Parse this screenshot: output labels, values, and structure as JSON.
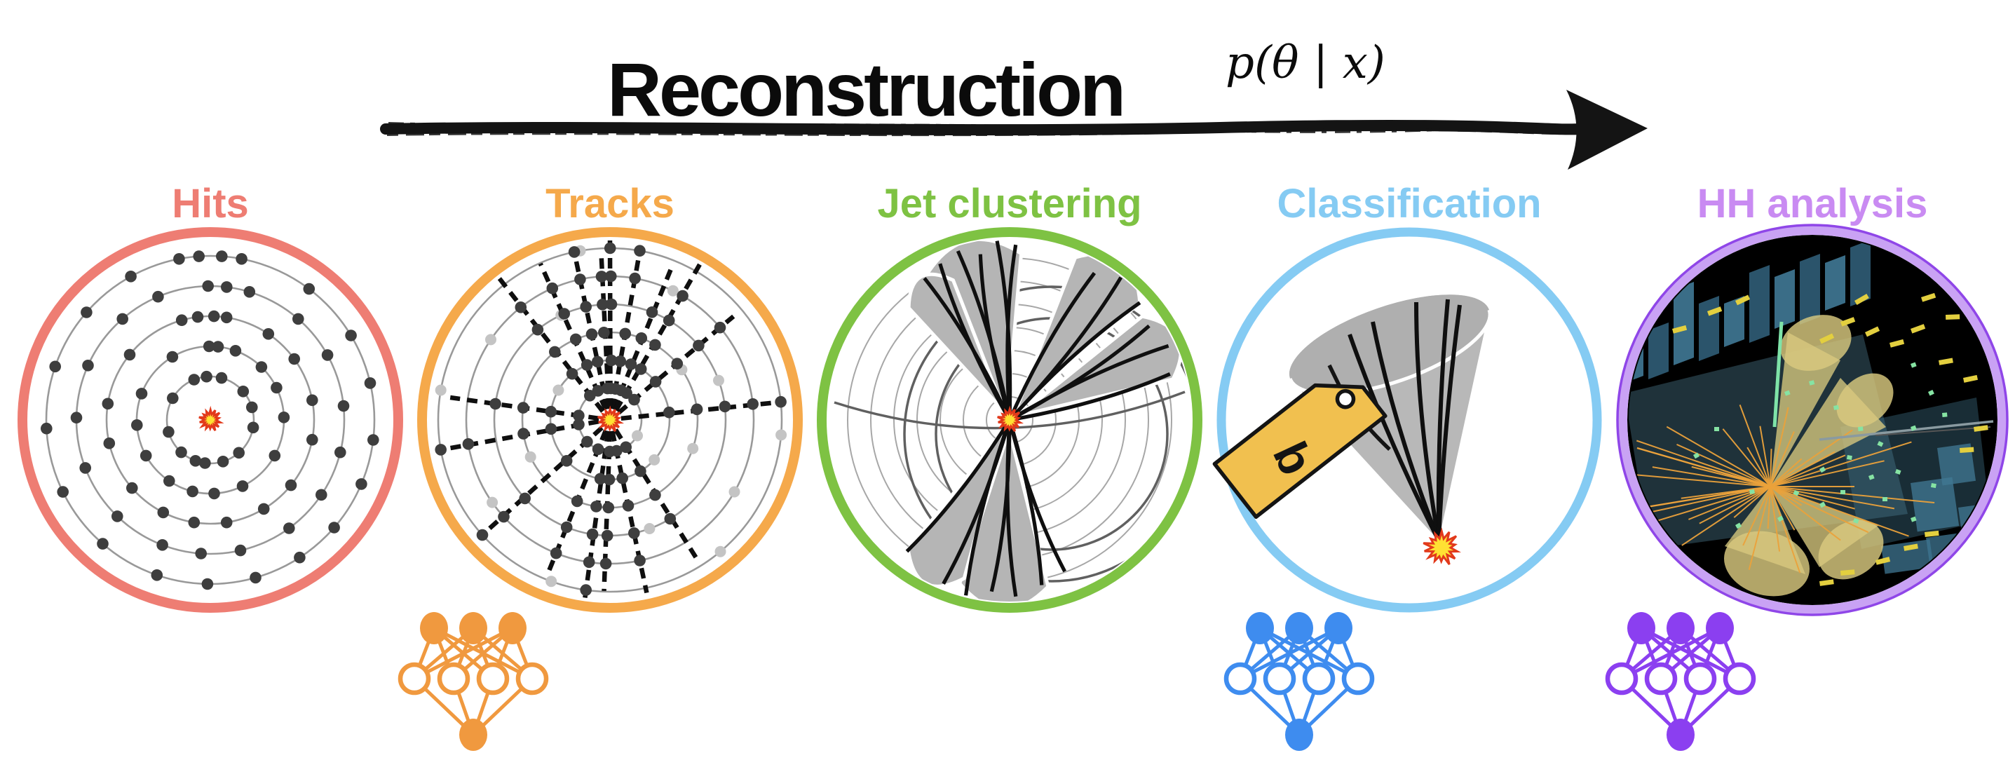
{
  "header": {
    "title": "Reconstruction",
    "formula": "p(θ | x)"
  },
  "arrow": {
    "color": "#141414"
  },
  "stages": [
    {
      "id": "hits",
      "label": "Hits",
      "color": "#EE7D73",
      "icon": "hit-detector-rings-icon",
      "has_nn": false
    },
    {
      "id": "tracks",
      "label": "Tracks",
      "color": "#F5A94B",
      "icon": "track-candidates-icon",
      "has_nn": true,
      "nn_color": "#F0993F"
    },
    {
      "id": "jet-clustering",
      "label": "Jet clustering",
      "color": "#7EC243",
      "icon": "jet-cones-icon",
      "has_nn": false
    },
    {
      "id": "classification",
      "label": "Classification",
      "color": "#85CBF3",
      "icon": "b-tagged-jet-icon",
      "has_nn": true,
      "nn_color": "#3E8CEF",
      "tag_label": "b"
    },
    {
      "id": "hh-analysis",
      "label": "HH analysis",
      "color": "#C98BF2",
      "icon": "event-display-icon",
      "has_nn": true,
      "nn_color": "#8B3FF0",
      "ring_color": "#C9A2F4",
      "ring_edge_color": "#8F46E8"
    }
  ],
  "palette": {
    "ring_gray": "#999999",
    "jet_ring_gray": "#A7A7A7",
    "stray_track_gray": "#606060",
    "dot_dark": "#3E3E3E",
    "dot_light": "#C4C4C4",
    "track_black": "#0F0F0F",
    "jet_blob_gray": "#B5B5B5",
    "cone_gray": "#B8B8B8",
    "tag_orange": "#F1C04F",
    "burst_yellow": "#FFE133",
    "burst_red": "#E2391B",
    "event_bg": "#000000",
    "event_calo_blue": "#3F7692",
    "event_calo_dark": "#2F5B74",
    "event_sheet_blue": "#5E98B0",
    "event_cone_yellow": "#D9C97F",
    "event_track_orange": "#EBA23B",
    "event_deposit_yellow": "#E3CF3F",
    "event_deposit_green": "#86E3A3",
    "event_spike_green": "#7FE3A8",
    "event_beam_gray": "#8A9AA0"
  }
}
